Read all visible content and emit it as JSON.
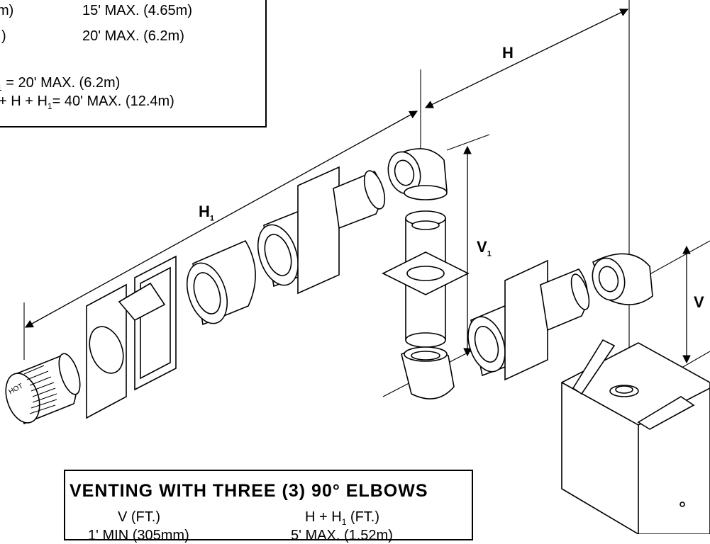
{
  "top_table": {
    "rows": [
      {
        "left": "m)",
        "right": "15' MAX. (4.65m)"
      },
      {
        "left": ")",
        "right": "20' MAX. (6.2m)"
      }
    ],
    "line3_prefix": "1",
    "line3_main": " = 20' MAX. (6.2m)",
    "line4_pre": "+ H + H",
    "line4_sub": "1",
    "line4_post": "= 40' MAX. (12.4m)"
  },
  "bottom_table": {
    "title": "VENTING WITH THREE (3) 90° ELBOWS",
    "col1_header": "V (FT.)",
    "col2_header_pre": "H  + H",
    "col2_header_sub": "1",
    "col2_header_post": " (FT.)",
    "row1_col1": "1' MIN (305mm)",
    "row1_col2": "5' MAX. (1.52m)"
  },
  "labels": {
    "h": "H",
    "h1": "H",
    "h1_sub": "1",
    "v1": "V",
    "v1_sub": "1",
    "v": "V"
  },
  "cap_text": "HOT"
}
